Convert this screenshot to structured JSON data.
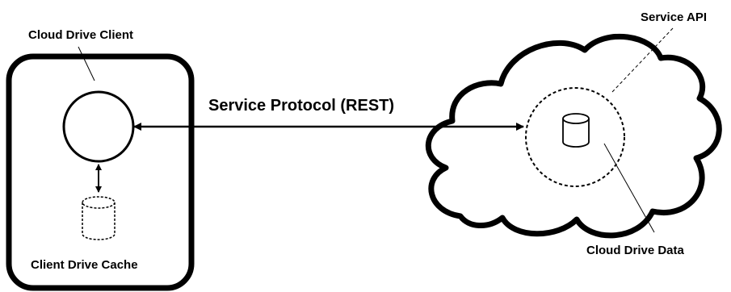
{
  "labels": {
    "client_title": "Cloud Drive Client",
    "client_cache": "Client Drive Cache",
    "protocol": "Service Protocol (REST)",
    "service_api": "Service API",
    "cloud_data": "Cloud Drive Data"
  }
}
